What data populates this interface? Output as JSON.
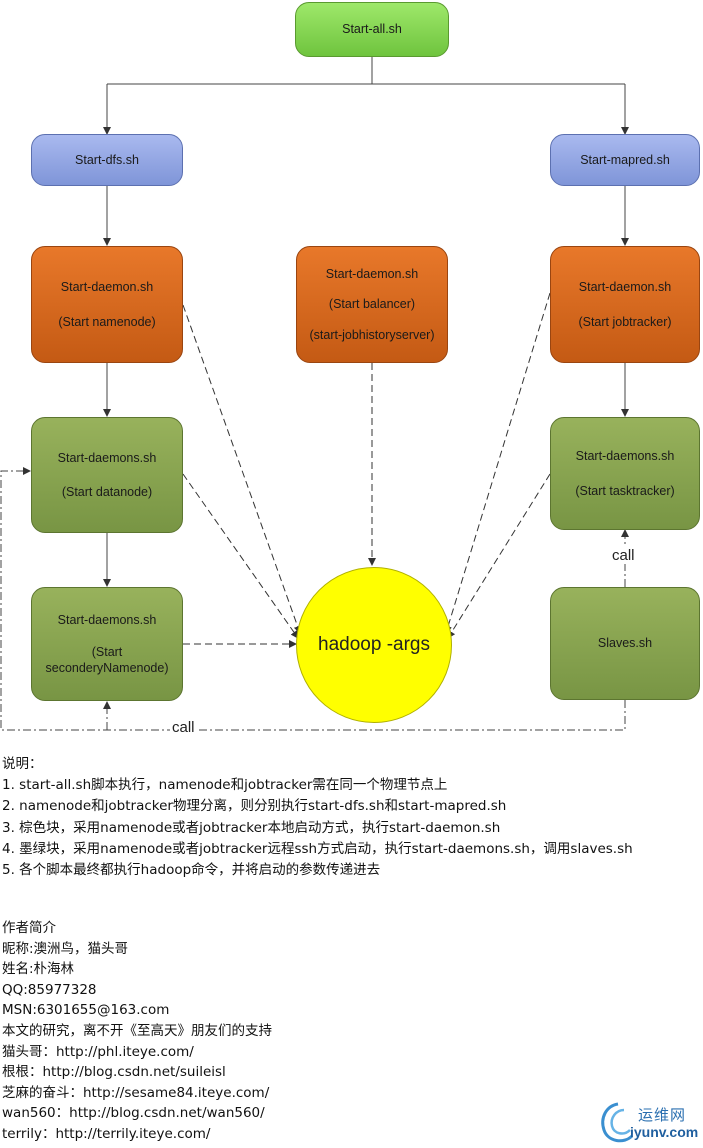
{
  "diagram": {
    "start_all": "Start-all.sh",
    "start_dfs": "Start-dfs.sh",
    "start_mapred": "Start-mapred.sh",
    "daemon_namenode": {
      "line1": "Start-daemon.sh",
      "line2": "(Start namenode)"
    },
    "daemon_balancer": {
      "line1": "Start-daemon.sh",
      "line2": "(Start balancer)",
      "line3": "(start-jobhistoryserver)"
    },
    "daemon_jobtracker": {
      "line1": "Start-daemon.sh",
      "line2": "(Start jobtracker)"
    },
    "daemons_datanode": {
      "line1": "Start-daemons.sh",
      "line2": "(Start datanode)"
    },
    "daemons_tasktracker": {
      "line1": "Start-daemons.sh",
      "line2": "(Start tasktracker)"
    },
    "daemons_secondary": {
      "line1": "Start-daemons.sh",
      "line2": "(Start",
      "line3": "seconderyNamenode)"
    },
    "slaves": "Slaves.sh",
    "hadoop": "hadoop -args",
    "call_right": "call",
    "call_bottom": "call"
  },
  "notes": {
    "heading": "说明：",
    "items": [
      "1. start-all.sh脚本执行，namenode和jobtracker需在同一个物理节点上",
      "2. namenode和jobtracker物理分离，则分别执行start-dfs.sh和start-mapred.sh",
      "3. 棕色块，采用namenode或者jobtracker本地启动方式，执行start-daemon.sh",
      "4. 墨绿块，采用namenode或者jobtracker远程ssh方式启动，执行start-daemons.sh，调用slaves.sh",
      "5. 各个脚本最终都执行hadoop命令，并将启动的参数传递进去"
    ]
  },
  "author": {
    "heading": "作者简介",
    "lines": [
      "昵称:澳洲鸟，猫头哥",
      "姓名:朴海林",
      "QQ:85977328",
      "MSN:6301655@163.com",
      "本文的研究，离不开《至高天》朋友们的支持",
      "猫头哥：http://phl.iteye.com/",
      "根根：http://blog.csdn.net/suileisl",
      "芝麻的奋斗：http://sesame84.iteye.com/",
      "wan560：http://blog.csdn.net/wan560/",
      "terrily：http://terrily.iteye.com/"
    ]
  },
  "watermark": {
    "cn": "运维网",
    "en": "iyunv.com"
  },
  "colors": {
    "start_all": "#7ed050",
    "level2": "#95a8e6",
    "local_daemon": "#d96a1e",
    "remote_daemon": "#88a450",
    "hadoop": "#ffff00"
  }
}
